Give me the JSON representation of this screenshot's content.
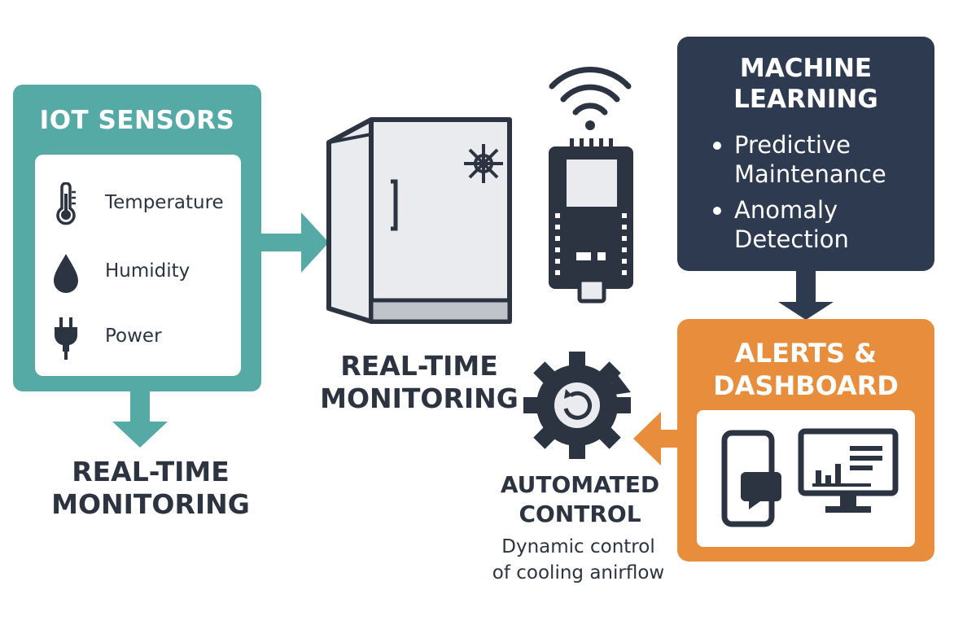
{
  "iot_sensors": {
    "title": "IOT SENSORS",
    "items": [
      {
        "label": "Temperature",
        "icon": "thermometer-icon"
      },
      {
        "label": "Humidity",
        "icon": "droplet-icon"
      },
      {
        "label": "Power",
        "icon": "plug-icon"
      }
    ]
  },
  "left_monitoring": {
    "line1": "REAL-TIME",
    "line2": "MONITORING"
  },
  "center_monitoring": {
    "line1": "REAL-TIME",
    "line2": "MONITORING"
  },
  "machine_learning": {
    "title_line1": "MACHINE",
    "title_line2": "LEARNING",
    "items": [
      {
        "line1": "Predictive",
        "line2": "Maintenance"
      },
      {
        "line1": "Anomaly",
        "line2": "Detection"
      }
    ]
  },
  "alerts": {
    "title_line1": "ALERTS &",
    "title_line2": "DASHBOARD",
    "icons": [
      "smartphone-icon",
      "monitor-chart-icon"
    ]
  },
  "automated_control": {
    "title_line1": "AUTOMATED",
    "title_line2": "CONTROL",
    "desc_line1": "Dynamic control",
    "desc_line2": "of cooling anirflow"
  },
  "colors": {
    "teal": "#56aaa5",
    "navy": "#2d3a50",
    "orange": "#e88d3b",
    "dark": "#2b3440"
  }
}
